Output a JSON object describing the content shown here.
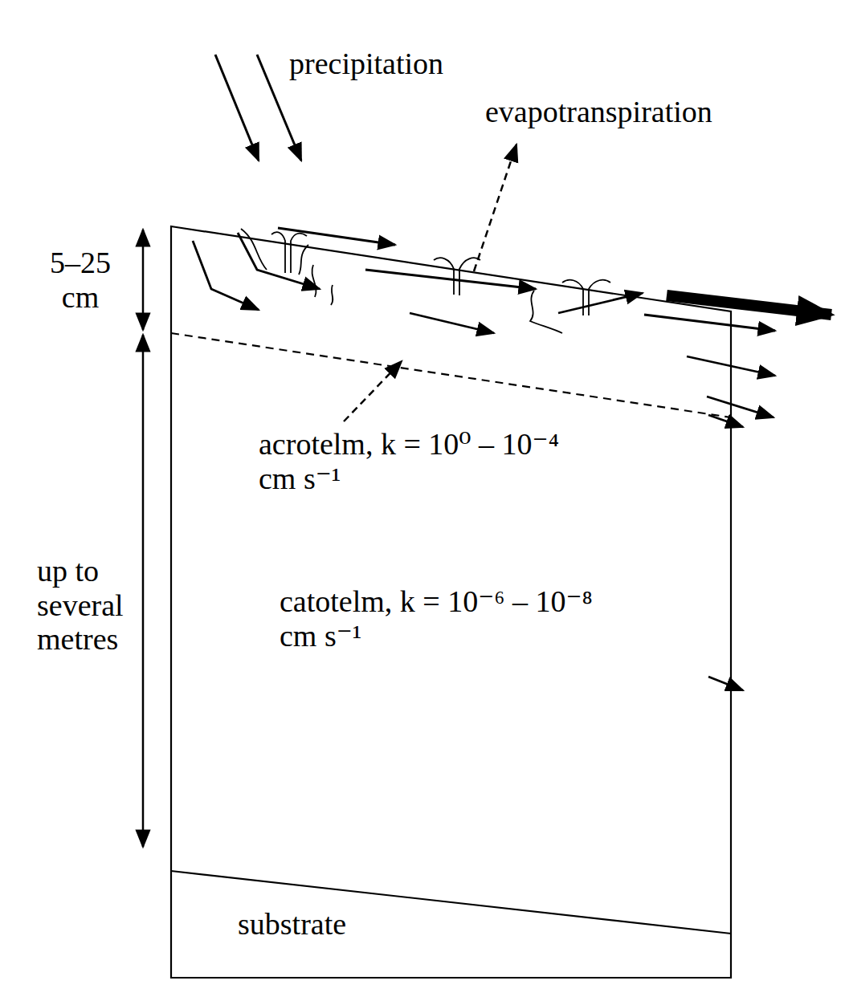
{
  "diagram": {
    "labels": [
      "precipitation",
      "evapotranspiration",
      "5–25 cm",
      "acrotelm, k = 10⁰ – 10⁻⁴ cm s⁻¹",
      "up to several metres",
      "catotelm, k = 10⁻⁶ – 10⁻⁸ cm s⁻¹",
      "substrate"
    ]
  }
}
